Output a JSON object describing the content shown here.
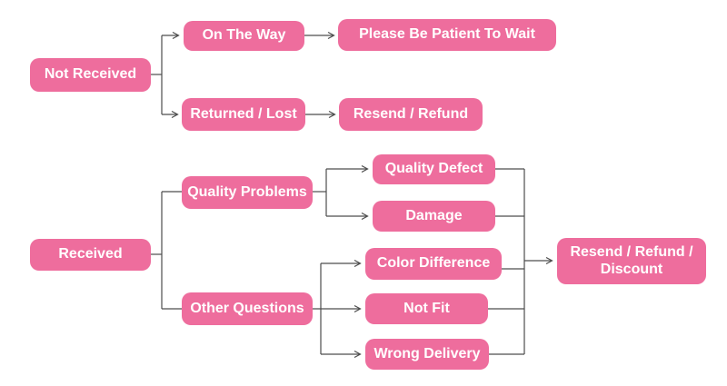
{
  "diagram": {
    "colors": {
      "node_fill": "#ee6d9d",
      "node_text": "#ffffff",
      "connector": "#4d4d4d",
      "background": "#ffffff"
    },
    "nodes": {
      "not_received": {
        "label": "Not Received"
      },
      "on_the_way": {
        "label": "On The Way"
      },
      "please_be_patient": {
        "label": "Please Be Patient To Wait"
      },
      "returned_lost": {
        "label": "Returned / Lost"
      },
      "resend_refund": {
        "label": "Resend / Refund"
      },
      "received": {
        "label": "Received"
      },
      "quality_problems": {
        "label": "Quality Problems"
      },
      "other_questions": {
        "label": "Other Questions"
      },
      "quality_defect": {
        "label": "Quality Defect"
      },
      "damage": {
        "label": "Damage"
      },
      "color_difference": {
        "label": "Color Difference"
      },
      "not_fit": {
        "label": "Not Fit"
      },
      "wrong_delivery": {
        "label": "Wrong Delivery"
      },
      "resend_refund_discount": {
        "label": "Resend / Refund / Discount"
      }
    },
    "edges": [
      {
        "from": "not_received",
        "to": "on_the_way",
        "arrowhead": true
      },
      {
        "from": "not_received",
        "to": "returned_lost",
        "arrowhead": true
      },
      {
        "from": "on_the_way",
        "to": "please_be_patient",
        "arrowhead": true
      },
      {
        "from": "returned_lost",
        "to": "resend_refund",
        "arrowhead": true
      },
      {
        "from": "received",
        "to": "quality_problems",
        "arrowhead": false
      },
      {
        "from": "received",
        "to": "other_questions",
        "arrowhead": false
      },
      {
        "from": "quality_problems",
        "to": "quality_defect",
        "arrowhead": true
      },
      {
        "from": "quality_problems",
        "to": "damage",
        "arrowhead": true
      },
      {
        "from": "other_questions",
        "to": "color_difference",
        "arrowhead": true
      },
      {
        "from": "other_questions",
        "to": "not_fit",
        "arrowhead": true
      },
      {
        "from": "other_questions",
        "to": "wrong_delivery",
        "arrowhead": true
      },
      {
        "from": "quality_defect",
        "to": "resend_refund_discount",
        "arrowhead": true
      },
      {
        "from": "damage",
        "to": "resend_refund_discount",
        "arrowhead": true
      },
      {
        "from": "color_difference",
        "to": "resend_refund_discount",
        "arrowhead": true
      },
      {
        "from": "not_fit",
        "to": "resend_refund_discount",
        "arrowhead": true
      },
      {
        "from": "wrong_delivery",
        "to": "resend_refund_discount",
        "arrowhead": true
      }
    ]
  }
}
